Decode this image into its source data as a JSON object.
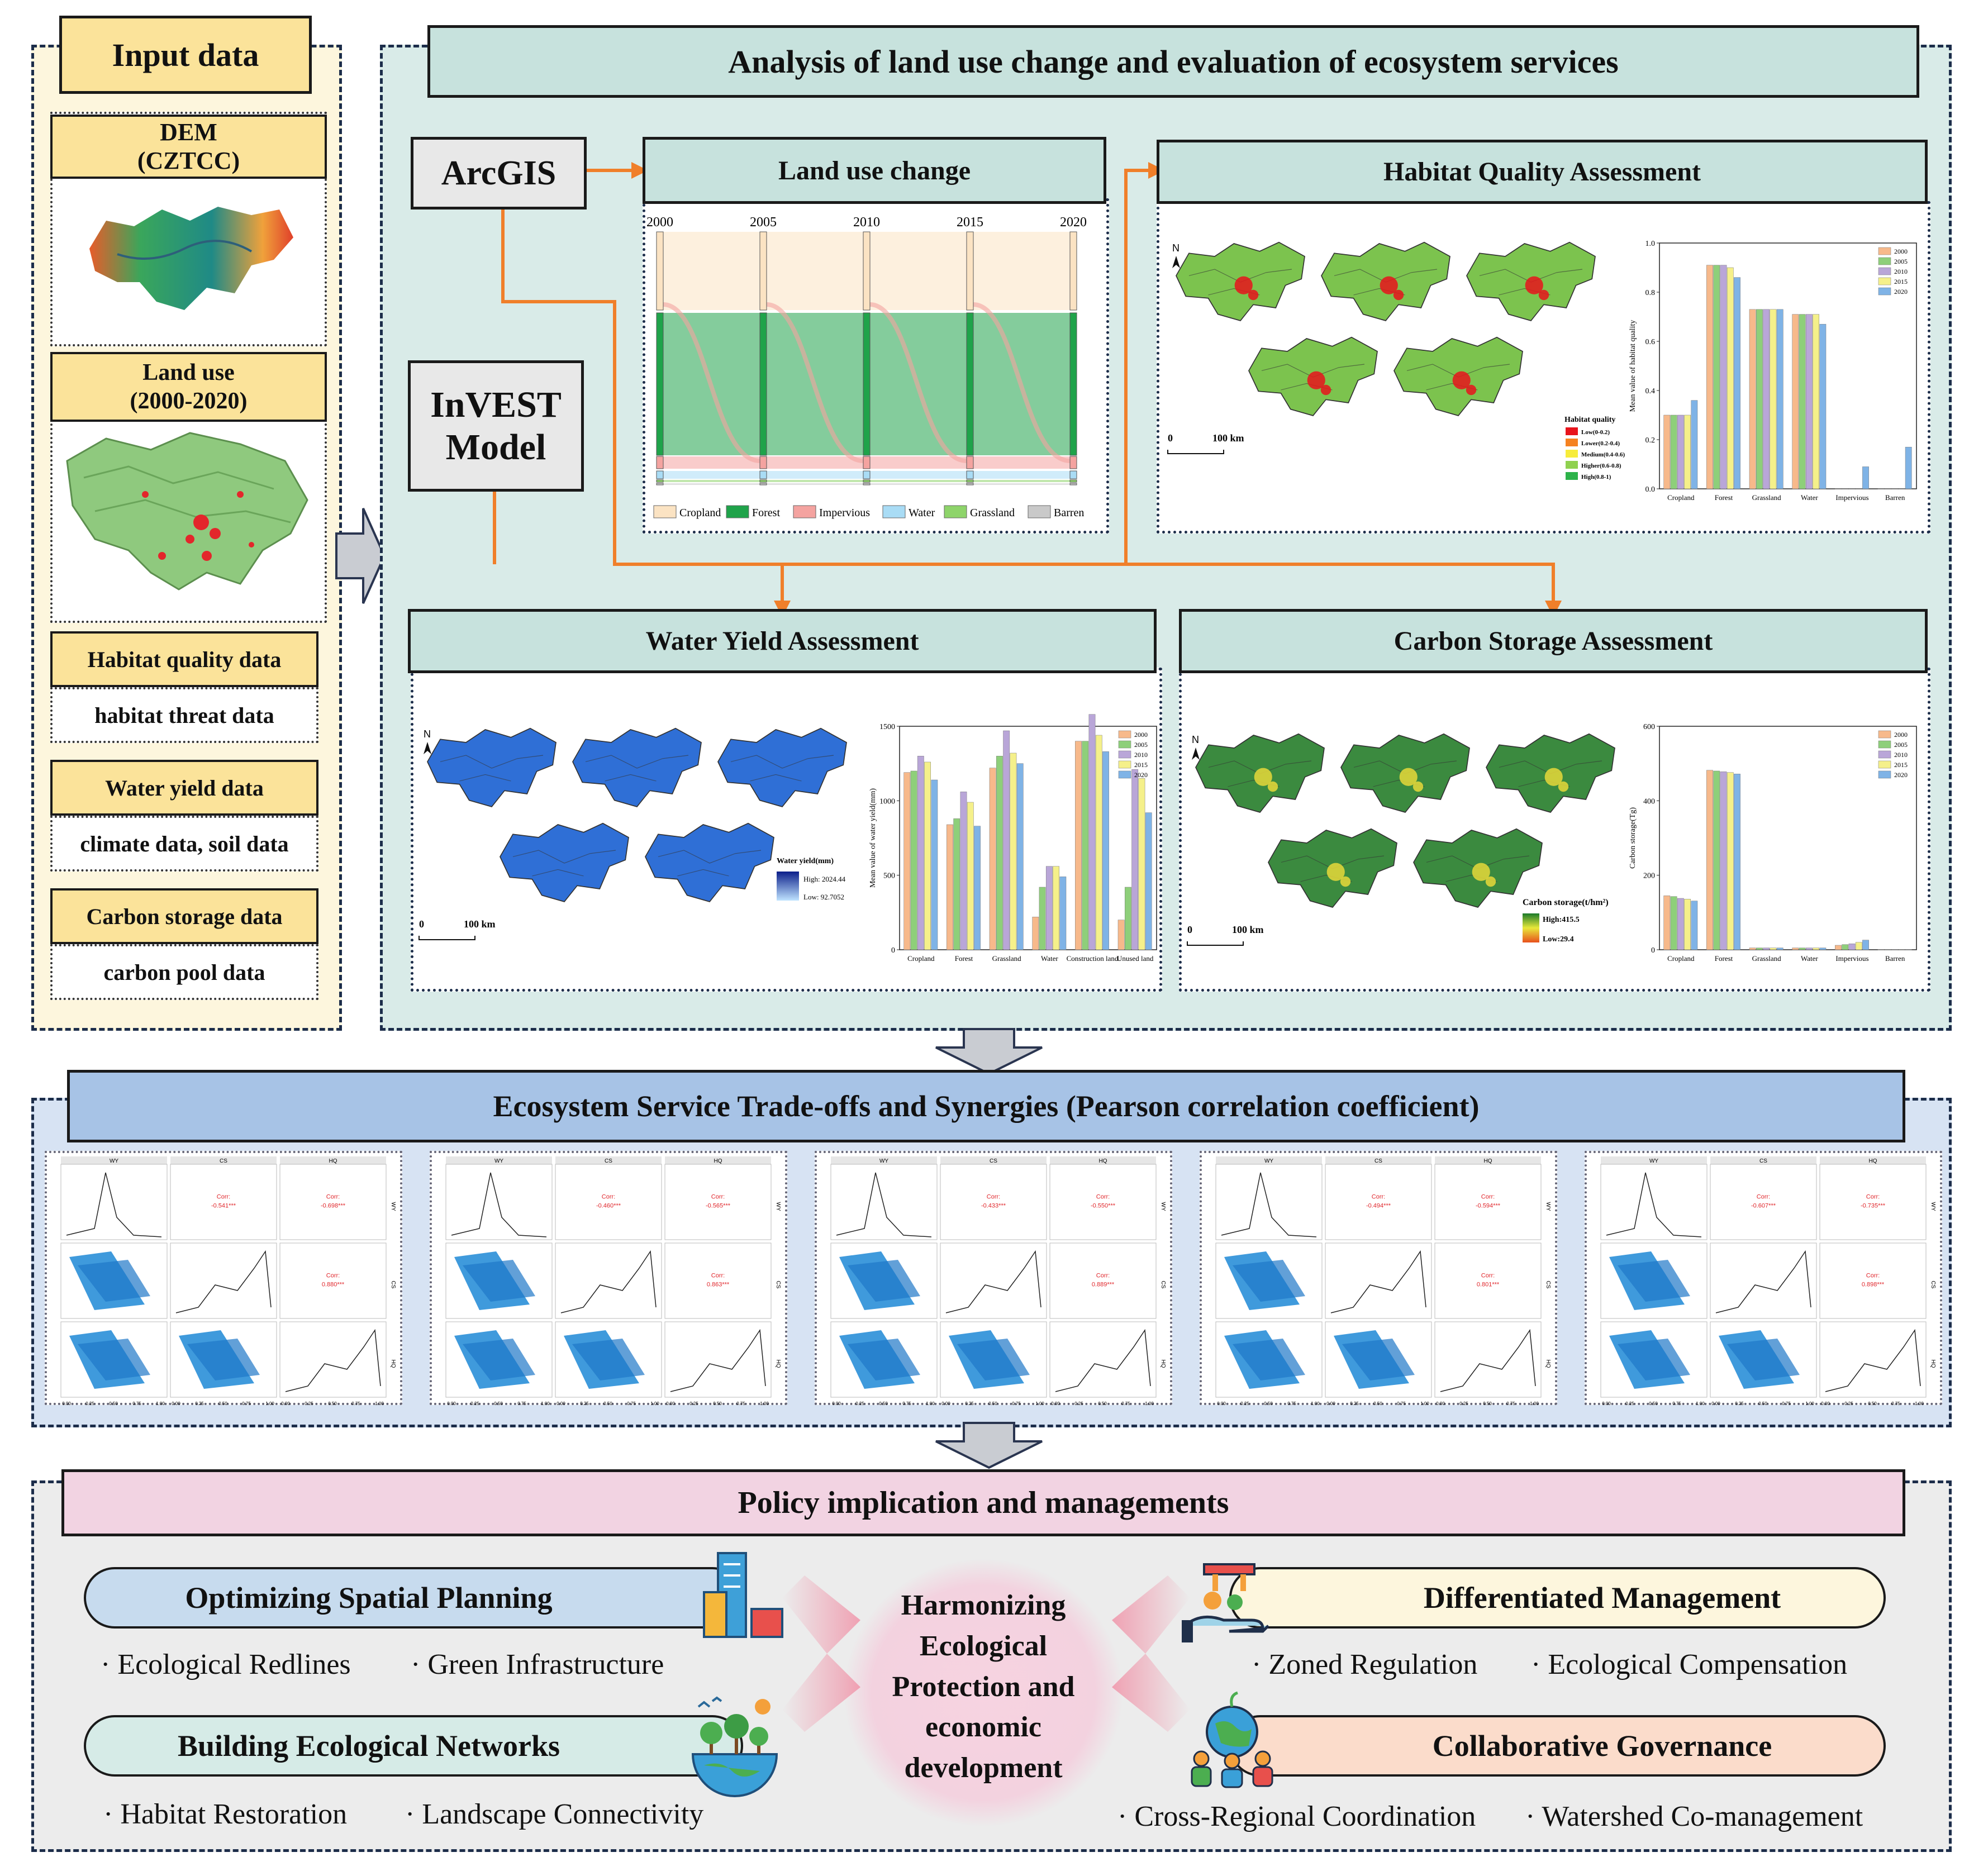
{
  "input": {
    "title": "Input data",
    "dem_label_1": "DEM",
    "dem_label_2": "(CZTCC)",
    "landuse_label_1": "Land use",
    "landuse_label_2": "(2000-2020)",
    "habitat_head": "Habitat quality data",
    "habitat_body": "habitat threat data",
    "water_head": "Water yield data",
    "water_body": "climate data, soil data",
    "carbon_head": "Carbon storage data",
    "carbon_body": "carbon pool data"
  },
  "analysis": {
    "title": "Analysis of land use change and evaluation of ecosystem services",
    "arcgis": "ArcGIS",
    "invest_1": "InVEST",
    "invest_2": "Model",
    "landuse_change": {
      "title": "Land use change",
      "years": [
        "2000",
        "2005",
        "2010",
        "2015",
        "2020"
      ],
      "legend": [
        "Cropland",
        "Forest",
        "Impervious",
        "Water",
        "Grassland",
        "Barren"
      ],
      "colors": [
        "#fbe3c3",
        "#1fa34a",
        "#f4a3a0",
        "#a9dcf5",
        "#8ed46a",
        "#c9c9c9"
      ]
    },
    "habitat": {
      "title": "Habitat Quality Assessment",
      "north": "N",
      "scale": "100 km",
      "scale_zero": "0",
      "legend_title": "Habitat quality",
      "legend": [
        "Low(0-0.2)",
        "Lower(0.2-0.4)",
        "Medium(0.4-0.6)",
        "Higher(0.6-0.8)",
        "High(0.8-1)"
      ],
      "legend_colors": [
        "#e8141c",
        "#f58220",
        "#f7ec3b",
        "#8fd14f",
        "#2db34a"
      ]
    },
    "water": {
      "title": "Water Yield Assessment",
      "north": "N",
      "scale": "100 km",
      "scale_zero": "0",
      "legend_title": "Water yield(mm)",
      "legend_high": "High: 2024.44",
      "legend_low": "Low: 92.7052"
    },
    "carbon": {
      "title": "Carbon Storage Assessment",
      "north": "N",
      "scale": "100 km",
      "scale_zero": "0",
      "legend_title": "Carbon storage(t/hm²)",
      "legend_high": "High:415.5",
      "legend_low": "Low:29.4"
    }
  },
  "chart_data": [
    {
      "type": "bar",
      "title": "",
      "ylabel": "Mean value of habitat quality",
      "categories": [
        "Cropland",
        "Forest",
        "Grassland",
        "Water",
        "Impervious",
        "Barren"
      ],
      "ylim": [
        0,
        1.0
      ],
      "yticks": [
        "0.0",
        "0.2",
        "0.4",
        "0.6",
        "0.8",
        "1.0"
      ],
      "series": [
        {
          "name": "2000",
          "color": "#f7b98b",
          "values": [
            0.3,
            0.91,
            0.73,
            0.71,
            0.0,
            0.0
          ]
        },
        {
          "name": "2005",
          "color": "#8ecf7a",
          "values": [
            0.3,
            0.91,
            0.73,
            0.71,
            0.0,
            0.0
          ]
        },
        {
          "name": "2010",
          "color": "#b9a6d8",
          "values": [
            0.3,
            0.91,
            0.73,
            0.71,
            0.0,
            0.0
          ]
        },
        {
          "name": "2015",
          "color": "#f5f08a",
          "values": [
            0.3,
            0.9,
            0.73,
            0.71,
            0.0,
            0.0
          ]
        },
        {
          "name": "2020",
          "color": "#7fb3e6",
          "values": [
            0.36,
            0.86,
            0.73,
            0.67,
            0.09,
            0.17
          ]
        }
      ]
    },
    {
      "type": "bar",
      "title": "",
      "ylabel": "Mean value of water yield(mm)",
      "categories": [
        "Cropland",
        "Forest",
        "Grassland",
        "Water",
        "Construction land",
        "Unused land"
      ],
      "ylim": [
        0,
        1500
      ],
      "yticks": [
        "0",
        "500",
        "1000",
        "1500"
      ],
      "series": [
        {
          "name": "2000",
          "color": "#f7b98b",
          "values": [
            1190,
            840,
            1220,
            220,
            1400,
            200
          ]
        },
        {
          "name": "2005",
          "color": "#8ecf7a",
          "values": [
            1200,
            880,
            1300,
            420,
            1400,
            420
          ]
        },
        {
          "name": "2010",
          "color": "#b9a6d8",
          "values": [
            1300,
            1060,
            1470,
            560,
            1580,
            1210
          ]
        },
        {
          "name": "2015",
          "color": "#f5f08a",
          "values": [
            1260,
            990,
            1320,
            560,
            1440,
            1150
          ]
        },
        {
          "name": "2020",
          "color": "#7fb3e6",
          "values": [
            1140,
            830,
            1250,
            490,
            1330,
            920
          ]
        }
      ]
    },
    {
      "type": "bar",
      "title": "",
      "ylabel": "Carbon storage(Tg)",
      "categories": [
        "Cropland",
        "Forest",
        "Grassland",
        "Water",
        "Impervious",
        "Barren"
      ],
      "ylim": [
        0,
        600
      ],
      "yticks": [
        "0",
        "200",
        "400",
        "600"
      ],
      "series": [
        {
          "name": "2000",
          "color": "#f7b98b",
          "values": [
            145,
            482,
            5,
            5,
            12,
            0.5
          ]
        },
        {
          "name": "2005",
          "color": "#8ecf7a",
          "values": [
            143,
            480,
            5,
            5,
            14,
            0.5
          ]
        },
        {
          "name": "2010",
          "color": "#b9a6d8",
          "values": [
            138,
            478,
            5,
            5,
            16,
            0.5
          ]
        },
        {
          "name": "2015",
          "color": "#f5f08a",
          "values": [
            136,
            476,
            5,
            5,
            20,
            0.5
          ]
        },
        {
          "name": "2020",
          "color": "#7fb3e6",
          "values": [
            131,
            472,
            5,
            5,
            26,
            0.5
          ]
        }
      ]
    },
    {
      "type": "scatter",
      "title": "",
      "variables": [
        "WY",
        "CS",
        "HQ"
      ],
      "axis_ticks": [
        "0.00",
        "0.25",
        "0.50",
        "0.75",
        "1.00"
      ],
      "correlations": [
        {
          "wy_cs": "-0.541***",
          "wy_hq": "-0.698***",
          "cs_hq": "0.880***"
        },
        {
          "wy_cs": "-0.460***",
          "wy_hq": "-0.565***",
          "cs_hq": "0.863***"
        },
        {
          "wy_cs": "-0.433***",
          "wy_hq": "-0.550***",
          "cs_hq": "0.889***"
        },
        {
          "wy_cs": "-0.494***",
          "wy_hq": "-0.594***",
          "cs_hq": "0.801***"
        },
        {
          "wy_cs": "-0.607***",
          "wy_hq": "-0.735***",
          "cs_hq": "0.898***"
        }
      ]
    }
  ],
  "tradeoffs": {
    "title": "Ecosystem Service Trade-offs and Synergies (Pearson correlation coefficient)",
    "corr_label": "Corr:"
  },
  "policy": {
    "title": "Policy implication and managements",
    "center": [
      "Harmonizing",
      "Ecological",
      "Protection and",
      "economic",
      "development"
    ],
    "items": [
      {
        "title": "Optimizing Spatial Planning",
        "bullets": [
          "· Ecological Redlines",
          "· Green Infrastructure"
        ]
      },
      {
        "title": "Building Ecological Networks",
        "bullets": [
          "· Habitat Restoration",
          "· Landscape Connectivity"
        ]
      },
      {
        "title": "Differentiated Management",
        "bullets": [
          "· Zoned Regulation",
          "· Ecological Compensation"
        ]
      },
      {
        "title": "Collaborative Governance",
        "bullets": [
          "· Cross-Regional Coordination",
          "· Watershed Co-management"
        ]
      }
    ]
  },
  "colors": {
    "analysis_bg": "#d9ebe8",
    "input_bg": "#fdf6dd",
    "yellow_box": "#fbe39a",
    "trade_bg": "#d7e3f3",
    "trade_title": "#a7c3e6",
    "policy_bg": "#ececec",
    "policy_title": "#f2d3e2",
    "arrow_orange": "#f07f2a"
  }
}
